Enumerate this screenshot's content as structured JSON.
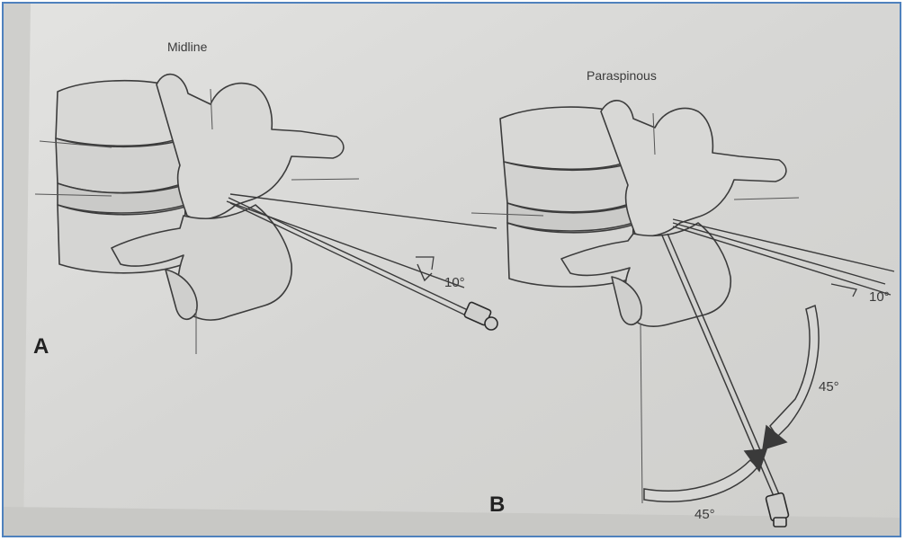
{
  "figure": {
    "panel_a": {
      "letter": "A",
      "title": "Midline",
      "angle_label": "10°"
    },
    "panel_b": {
      "letter": "B",
      "title": "Paraspinous",
      "angle_label_top": "10°",
      "angle_label_vertical": "45°",
      "angle_label_bottom": "45°"
    }
  },
  "colors": {
    "border": "#4f81bd",
    "paper": "#d9d9d7",
    "ink": "#3a3a3a"
  }
}
